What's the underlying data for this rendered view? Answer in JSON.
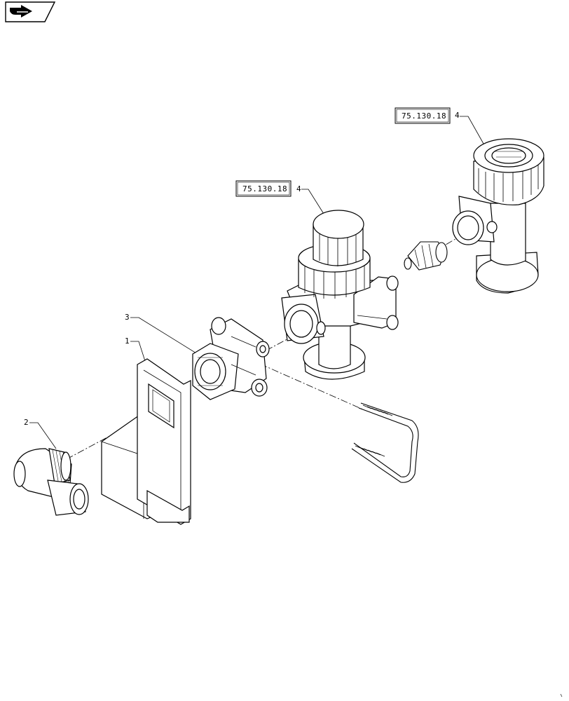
{
  "navigation": {
    "icon": "forward-arrow-icon"
  },
  "references": [
    {
      "code": "75.130.18",
      "item": "4"
    },
    {
      "code": "75.130.18",
      "item": "4"
    }
  ],
  "callouts": [
    {
      "number": "1"
    },
    {
      "number": "2"
    },
    {
      "number": "3"
    }
  ]
}
